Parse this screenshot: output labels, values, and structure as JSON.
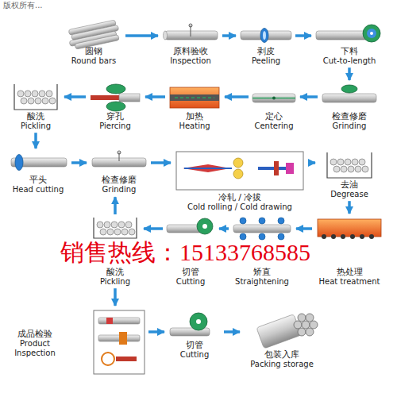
{
  "diagram": {
    "nodes": [
      {
        "text": [
          "圆钢",
          "Round bars"
        ]
      },
      {
        "text": [
          "原料验收",
          "Inspection"
        ]
      },
      {
        "text": [
          "剥皮",
          "Peeling"
        ]
      },
      {
        "text": [
          "下料",
          "Cut-to-length"
        ]
      },
      {
        "text": [
          "检查修磨",
          "Grinding"
        ]
      },
      {
        "text": [
          "定心",
          "Centering"
        ]
      },
      {
        "text": [
          "加热",
          "Heating"
        ]
      },
      {
        "text": [
          "穿孔",
          "Piercing"
        ]
      },
      {
        "text": [
          "酸洗",
          "Pickling"
        ]
      },
      {
        "text": [
          "平头",
          "Head cutting"
        ]
      },
      {
        "text": [
          "检查修磨",
          "Grinding"
        ]
      },
      {
        "text": [
          "冷轧 / 冷拔",
          "Cold rolling / Cold drawing"
        ]
      },
      {
        "text": [
          "去油",
          "Degrease"
        ]
      },
      {
        "text": [
          "热处理",
          "Heat treatment"
        ]
      },
      {
        "text": [
          "矫直",
          "Straightening"
        ]
      },
      {
        "text": [
          "切管",
          "Cutting"
        ]
      },
      {
        "text": [
          "酸洗",
          "Pickling"
        ]
      },
      {
        "text": [
          "成品检验",
          "Product Inspection"
        ]
      },
      {
        "text": [
          "切管",
          "Cutting"
        ]
      },
      {
        "text": [
          "包装入库",
          "Packing storage"
        ]
      }
    ],
    "edges": [
      {
        "from": 0,
        "to": 1,
        "arrow": "to"
      },
      {
        "from": 1,
        "to": 2,
        "arrow": "to"
      },
      {
        "from": 2,
        "to": 3,
        "arrow": "to"
      },
      {
        "from": 3,
        "to": 4,
        "arrow": "to"
      },
      {
        "from": 4,
        "to": 5,
        "arrow": "to"
      },
      {
        "from": 5,
        "to": 6,
        "arrow": "to"
      },
      {
        "from": 6,
        "to": 7,
        "arrow": "to"
      },
      {
        "from": 7,
        "to": 8,
        "arrow": "to"
      },
      {
        "from": 8,
        "to": 9,
        "arrow": "to"
      },
      {
        "from": 9,
        "to": 10,
        "arrow": "to"
      },
      {
        "from": 10,
        "to": 11,
        "arrow": "to"
      },
      {
        "from": 11,
        "to": 12,
        "arrow": "to"
      },
      {
        "from": 12,
        "to": 13,
        "arrow": "to"
      },
      {
        "from": 13,
        "to": 14,
        "arrow": "to"
      },
      {
        "from": 14,
        "to": 15,
        "arrow": "to"
      },
      {
        "from": 15,
        "to": 16,
        "arrow": "to"
      },
      {
        "from": 16,
        "to": 10,
        "arrow": "to"
      },
      {
        "from": 16,
        "to": 17,
        "arrow": "to"
      },
      {
        "from": 17,
        "to": 18,
        "arrow": "to"
      },
      {
        "from": 18,
        "to": 19,
        "arrow": "to"
      }
    ],
    "labels": [
      "版权所有...",
      "销售热线：15133768585"
    ]
  }
}
